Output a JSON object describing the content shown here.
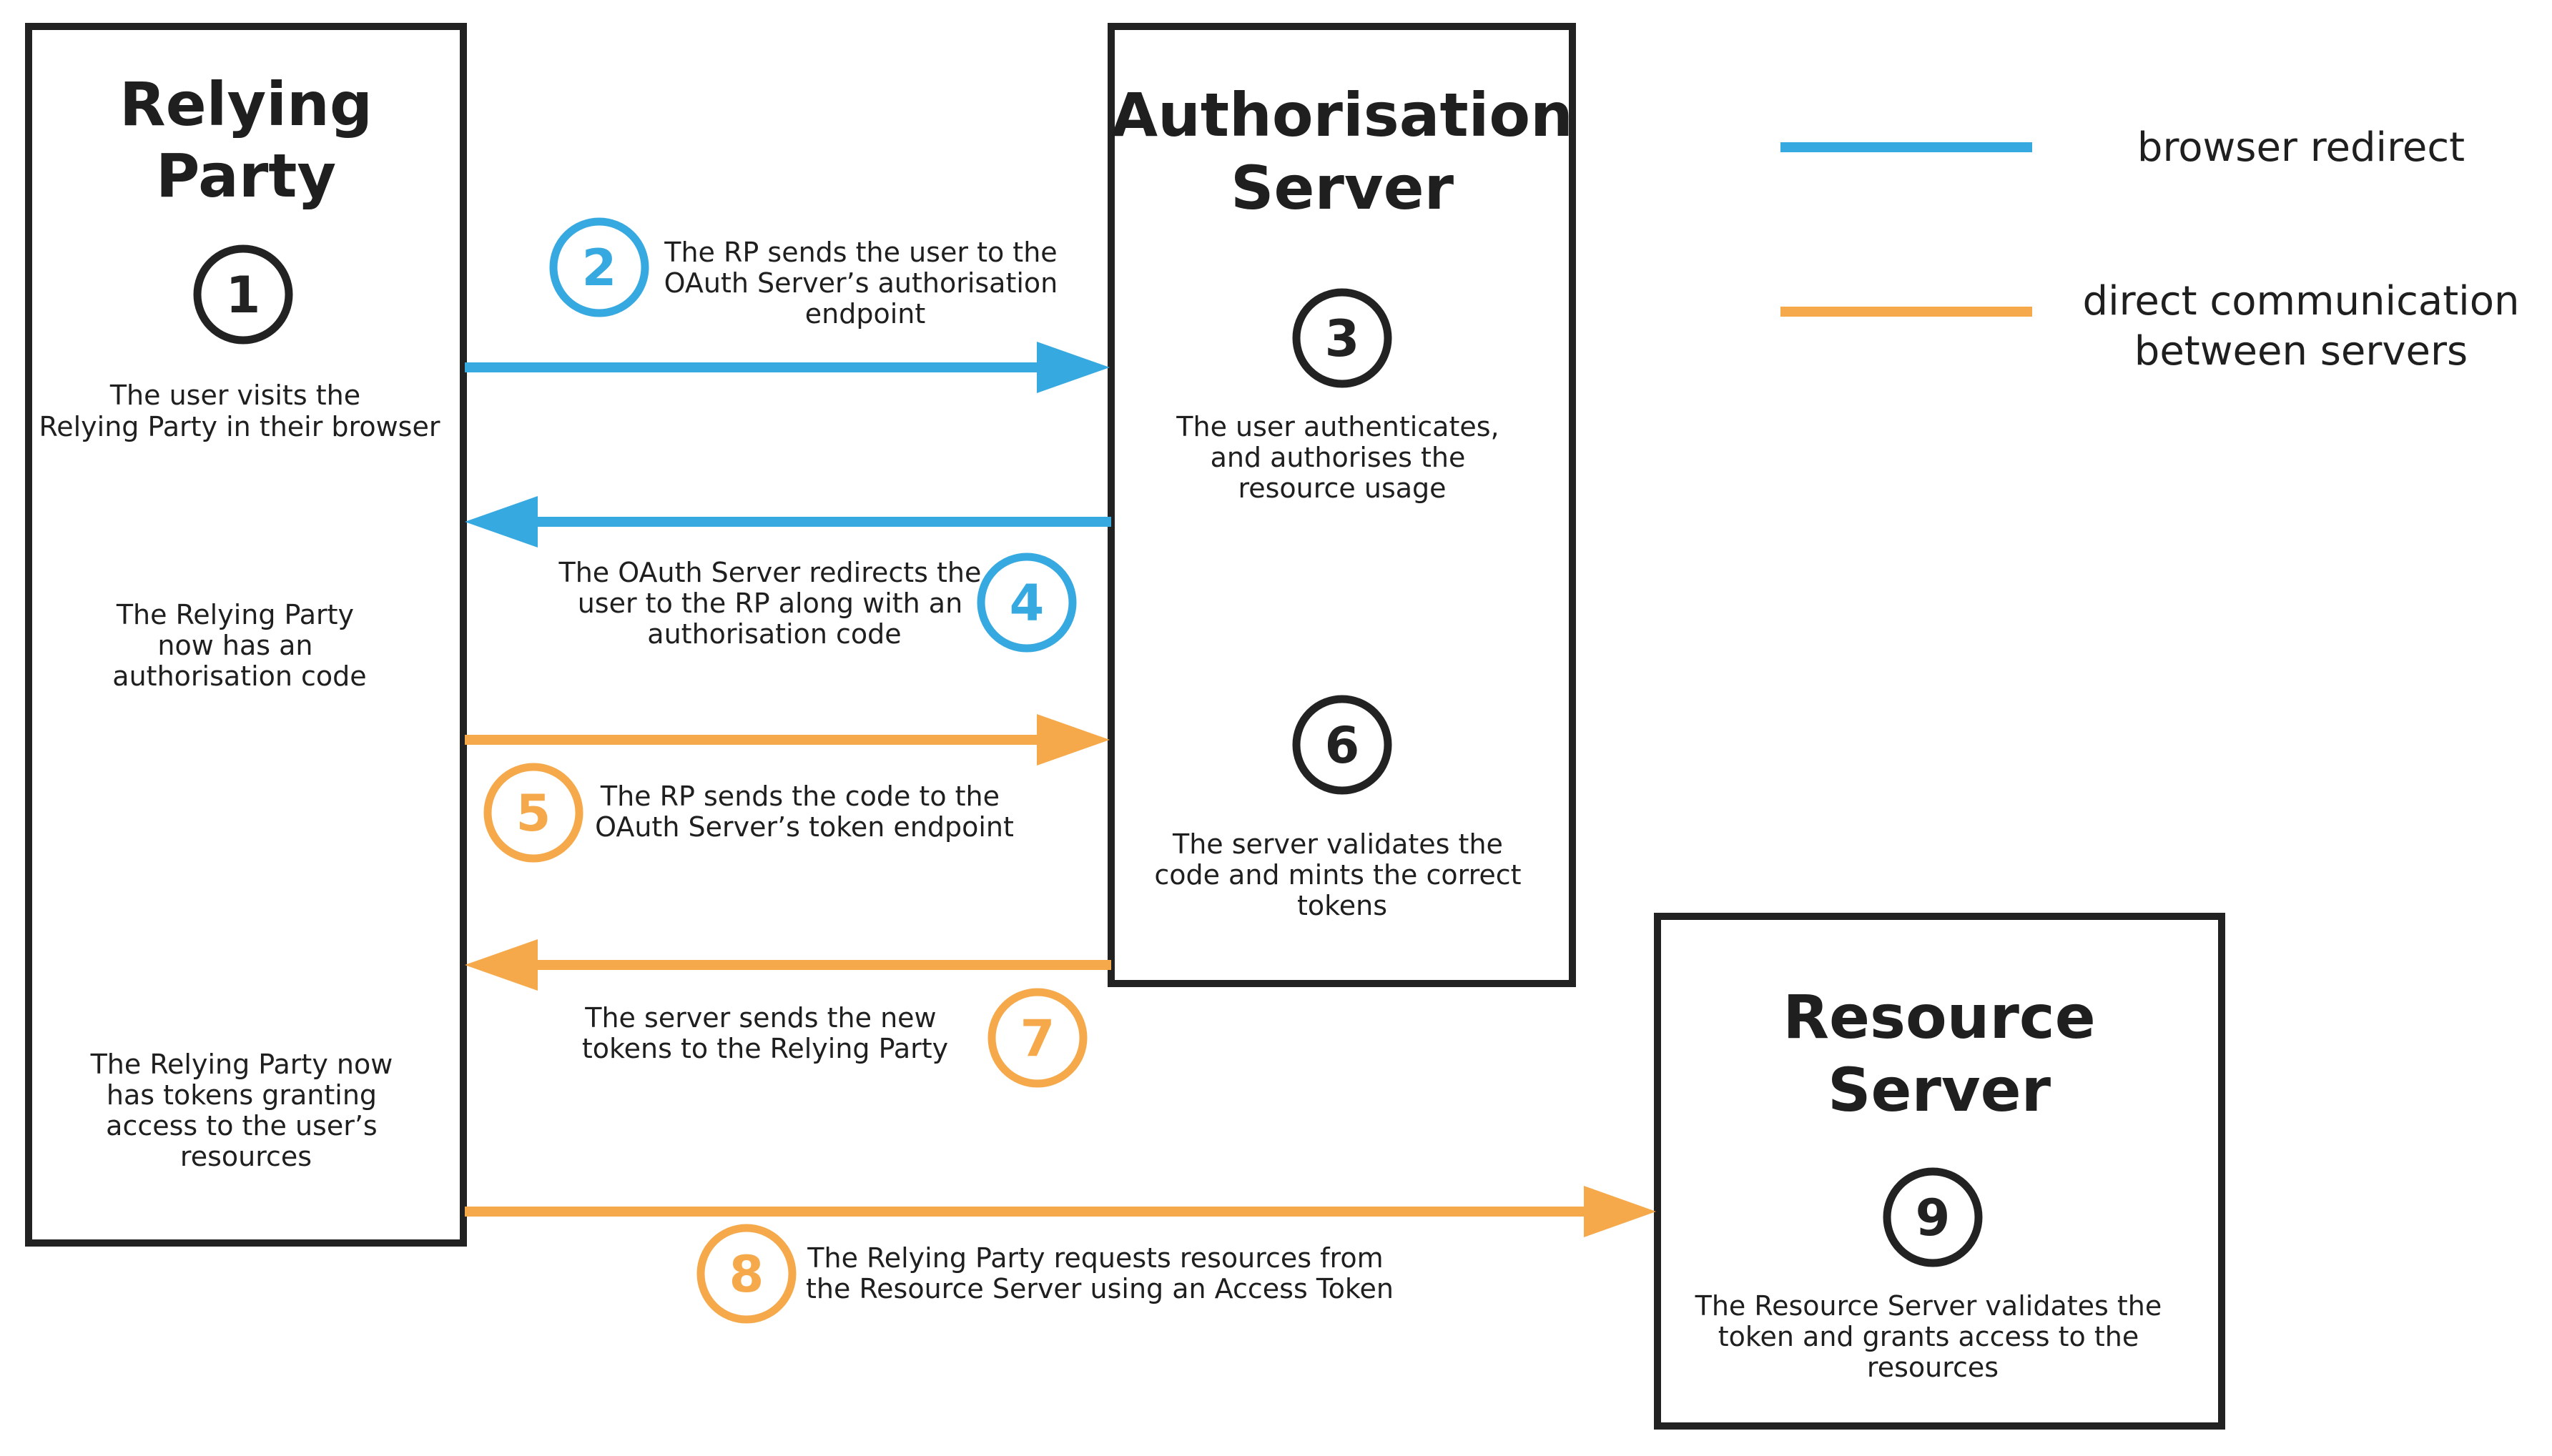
{
  "colors": {
    "blue": "#36a9e1",
    "orange": "#f5a94a",
    "dark": "#222222"
  },
  "legend": {
    "browser_redirect": "browser redirect",
    "direct_line1": "direct communication",
    "direct_line2": "between servers"
  },
  "boxes": {
    "relying_party": {
      "line1": "Relying",
      "line2": "Party"
    },
    "auth_server": {
      "line1": "Authorisation",
      "line2": "Server"
    },
    "resource_server": {
      "line1": "Resource",
      "line2": "Server"
    }
  },
  "steps": {
    "s1": {
      "num": "1",
      "lines": [
        "The user visits the",
        "Relying Party in their browser"
      ]
    },
    "s2": {
      "num": "2",
      "lines": [
        "The RP sends the user to the",
        "OAuth Server’s authorisation",
        "endpoint"
      ]
    },
    "s3": {
      "num": "3",
      "lines": [
        "The user authenticates,",
        "and authorises the",
        "resource usage"
      ]
    },
    "s4": {
      "num": "4",
      "lines": [
        "The OAuth Server redirects the",
        "user to the RP along with an",
        "authorisation code"
      ]
    },
    "s5": {
      "num": "5",
      "lines": [
        "The RP sends the code to the",
        "OAuth Server’s token endpoint"
      ]
    },
    "s6": {
      "num": "6",
      "lines": [
        "The server validates the",
        "code and mints the correct",
        "tokens"
      ]
    },
    "s7": {
      "num": "7",
      "lines": [
        "The server sends the new",
        "tokens to the Relying Party"
      ]
    },
    "s8": {
      "num": "8",
      "lines": [
        "The Relying Party requests resources from",
        "the Resource Server using an Access Token"
      ]
    },
    "s9": {
      "num": "9",
      "lines": [
        "The Resource Server validates the",
        "token and grants access to the",
        "resources"
      ]
    }
  },
  "notes": {
    "rp_code": [
      "The Relying Party",
      "now has an",
      "authorisation code"
    ],
    "rp_tokens": [
      "The Relying Party now",
      "has tokens granting",
      "access to the user’s",
      "resources"
    ]
  }
}
